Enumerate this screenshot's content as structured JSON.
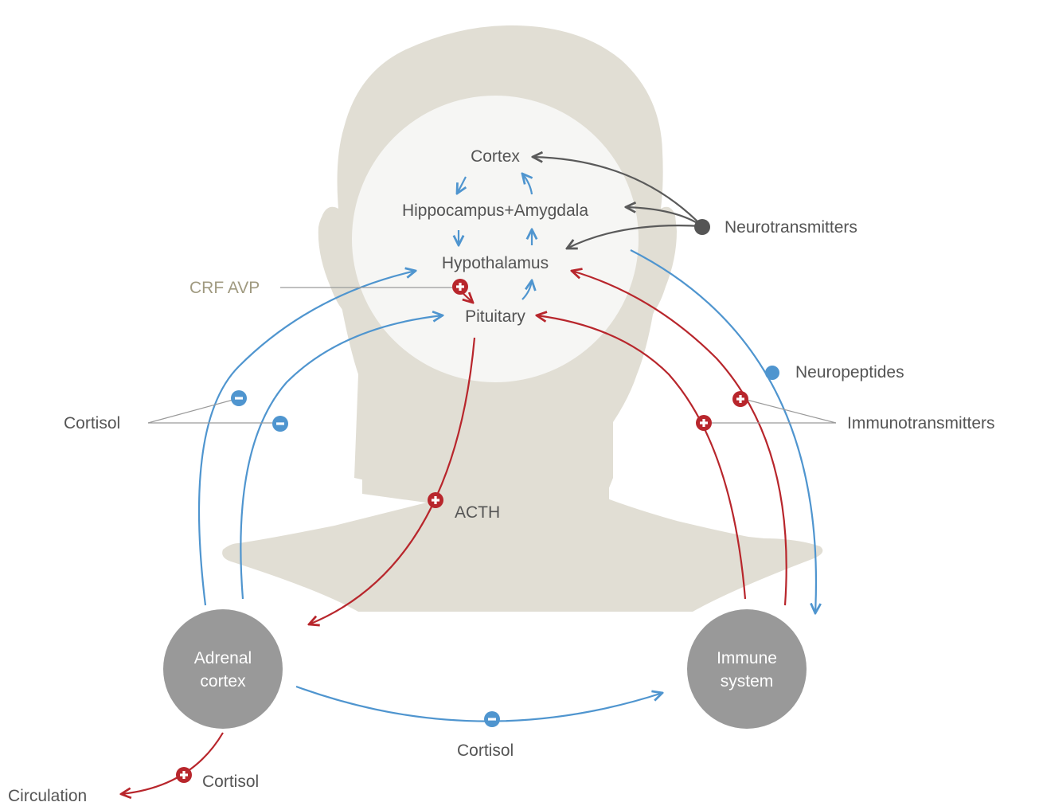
{
  "labels": {
    "cortex": "Cortex",
    "hippocampus_amygdala": "Hippocampus+Amygdala",
    "hypothalamus": "Hypothalamus",
    "pituitary": "Pituitary",
    "crf_avp": "CRF AVP",
    "neurotransmitters": "Neurotransmitters",
    "neuropeptides": "Neuropeptides",
    "immunotransmitters": "Immunotransmitters",
    "cortisol_left": "Cortisol",
    "cortisol_bottom": "Cortisol",
    "cortisol_circulation": "Cortisol",
    "acth": "ACTH",
    "circulation": "Circulation",
    "adrenal_line1": "Adrenal",
    "adrenal_line2": "cortex",
    "immune_line1": "Immune",
    "immune_line2": "system"
  },
  "colors": {
    "head": "#e1ded4",
    "brain": "#f6f6f4",
    "inhibitory": "#4f95cf",
    "stimulatory": "#b8262c",
    "neurotransmitter": "#5a5a5a",
    "node_fill": "#999999",
    "crf_text": "#a09a80"
  },
  "icons": {
    "plus": "plus-circle-icon",
    "minus": "minus-circle-icon"
  }
}
